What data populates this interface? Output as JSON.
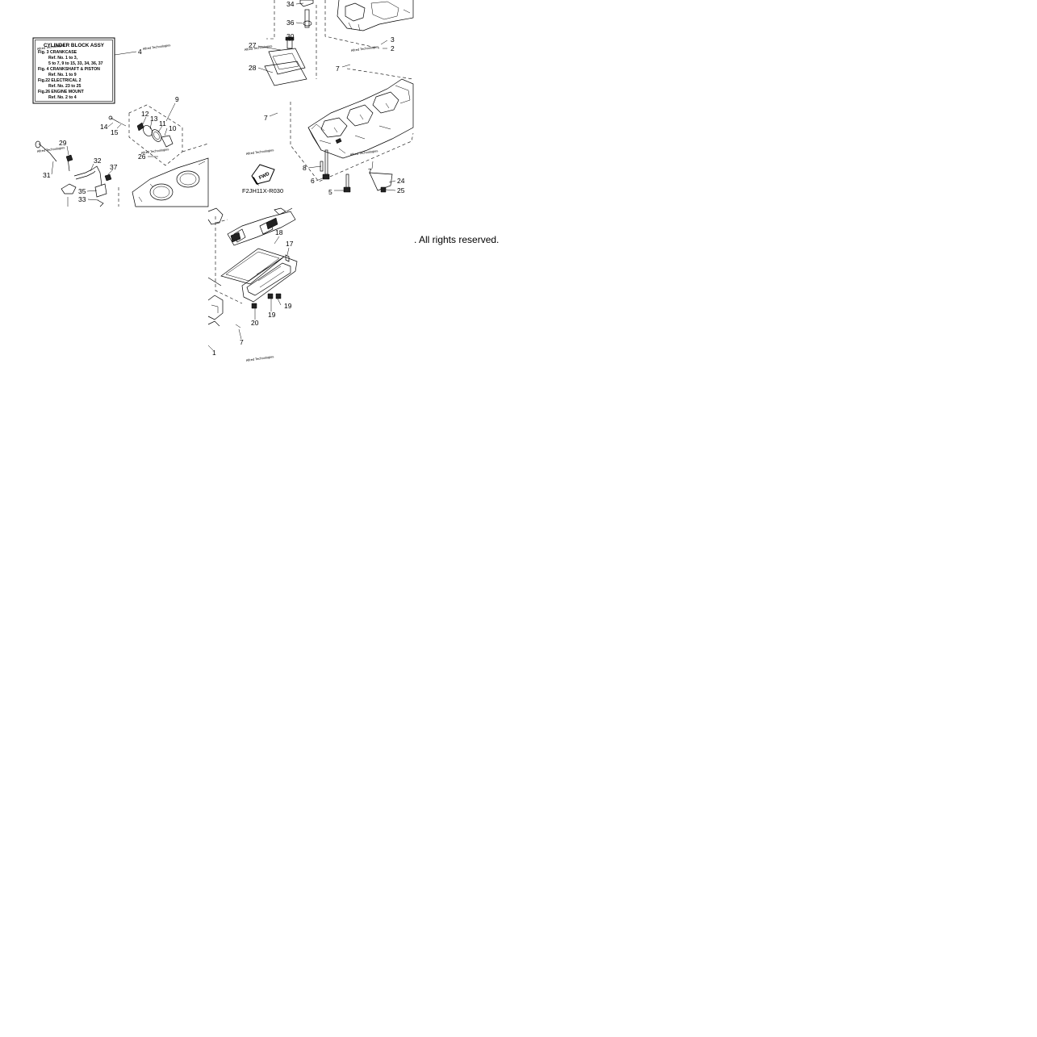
{
  "legend": {
    "title": "CYLINDER BLOCK ASSY",
    "lines": [
      "Fig.  3 CRANKCASE",
      "Ref. No. 1 to 3,",
      "5 to 7, 9 to 15, 33, 34, 36, 37",
      "Fig.  4 CRANKSHAFT & PISTON",
      "Ref. No. 1 to 9",
      "Fig.22 ELECTRICAL 2",
      "Ref. No. 23 to 25",
      "Fig.26 ENGINE MOUNT",
      "Ref. No. 2 to 4"
    ],
    "callout": "4"
  },
  "callouts": {
    "c1": "1",
    "c2": "2",
    "c3": "3",
    "c5": "5",
    "c6": "6",
    "c7a": "7",
    "c7b": "7",
    "c7c": "7",
    "c7d": "7",
    "c8": "8",
    "c9": "9",
    "c10": "10",
    "c11": "11",
    "c12": "12",
    "c13": "13",
    "c14": "14",
    "c15": "15",
    "c17": "17",
    "c18": "18",
    "c19a": "19",
    "c19b": "19",
    "c20": "20",
    "c24": "24",
    "c25": "25",
    "c26": "26",
    "c27": "27",
    "c28": "28",
    "c29": "29",
    "c30": "30",
    "c31": "31",
    "c32": "32",
    "c33": "33",
    "c34": "34",
    "c35": "35",
    "c36": "36",
    "c37": "37"
  },
  "fwd_label": "FWD",
  "diagram_code": "F2JH11X-R030",
  "watermark": "Alfred Technologies",
  "copyright": ". All rights reserved."
}
